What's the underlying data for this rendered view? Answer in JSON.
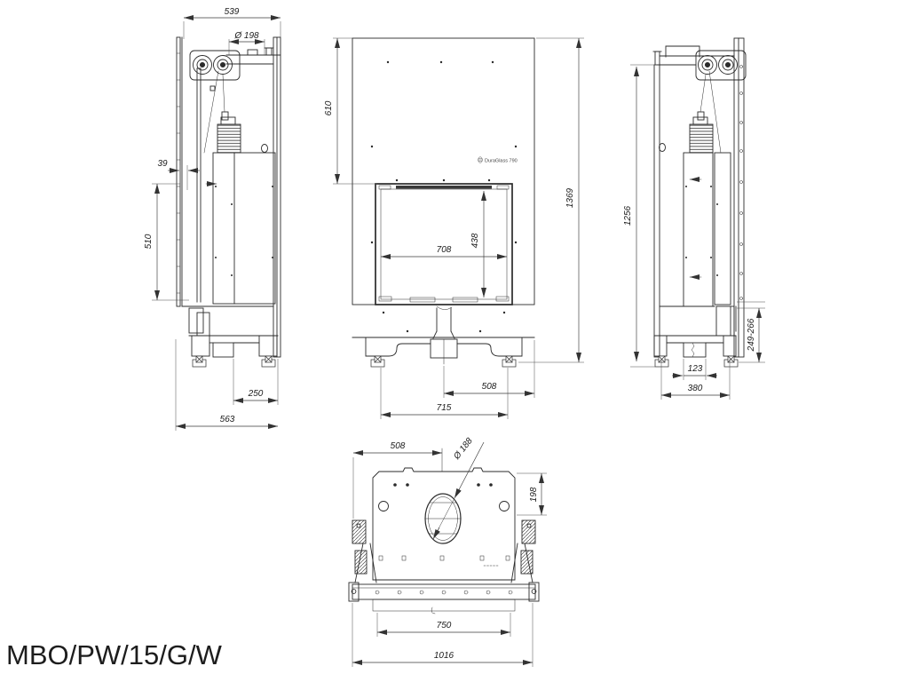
{
  "title": "MBO/PW/15/G/W",
  "front_view": {
    "logo_text": "DuraGlass 790",
    "dim_top_to_glass": "610",
    "dim_overall_height": "1369",
    "dim_glass_width": "708",
    "dim_glass_height": "438",
    "dim_center_to_side": "508",
    "dim_feet_spacing": "715"
  },
  "left_view": {
    "dim_overall_depth": "539",
    "dim_flue_diameter": "Ø 198",
    "dim_front_offset": "39",
    "dim_side_height": "510",
    "dim_foot_offset": "250",
    "dim_base_depth": "563"
  },
  "right_view": {
    "dim_body_height": "1256",
    "dim_outlet_range": "249-266",
    "dim_feet_gap": "123",
    "dim_base_depth": "380"
  },
  "top_view": {
    "dim_side_to_center": "508",
    "dim_flue_diameter": "Ø 188",
    "dim_front_to_flue": "198",
    "dim_inner_width": "750",
    "dim_overall_width": "1016"
  }
}
